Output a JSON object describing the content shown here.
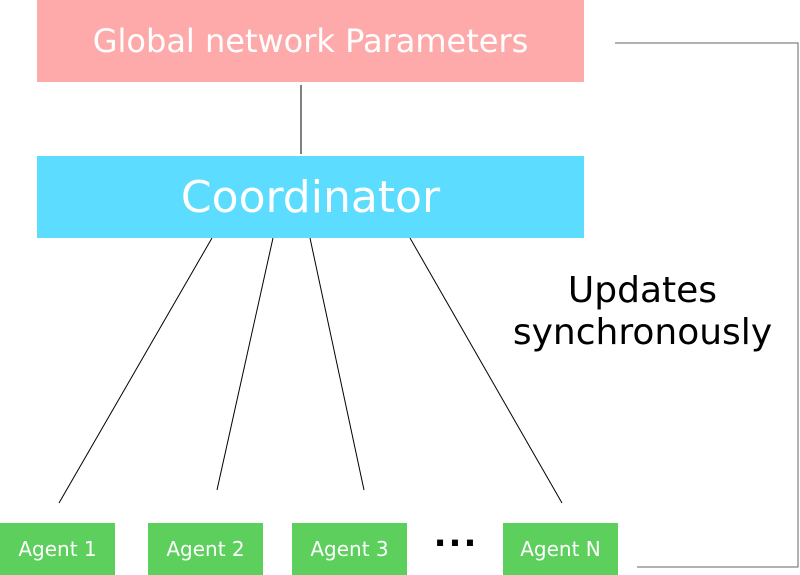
{
  "diagram": {
    "global_params": {
      "label": "Global network Parameters",
      "color": "#FFAAAA"
    },
    "coordinator": {
      "label": "Coordinator",
      "color": "#5CDCFF"
    },
    "agents": [
      {
        "label": "Agent 1"
      },
      {
        "label": "Agent 2"
      },
      {
        "label": "Agent 3"
      },
      {
        "label": "Agent N"
      }
    ],
    "agent_color": "#5CCF5C",
    "ellipsis": "...",
    "update_label": {
      "line1": "Updates",
      "line2": "synchronously"
    }
  }
}
